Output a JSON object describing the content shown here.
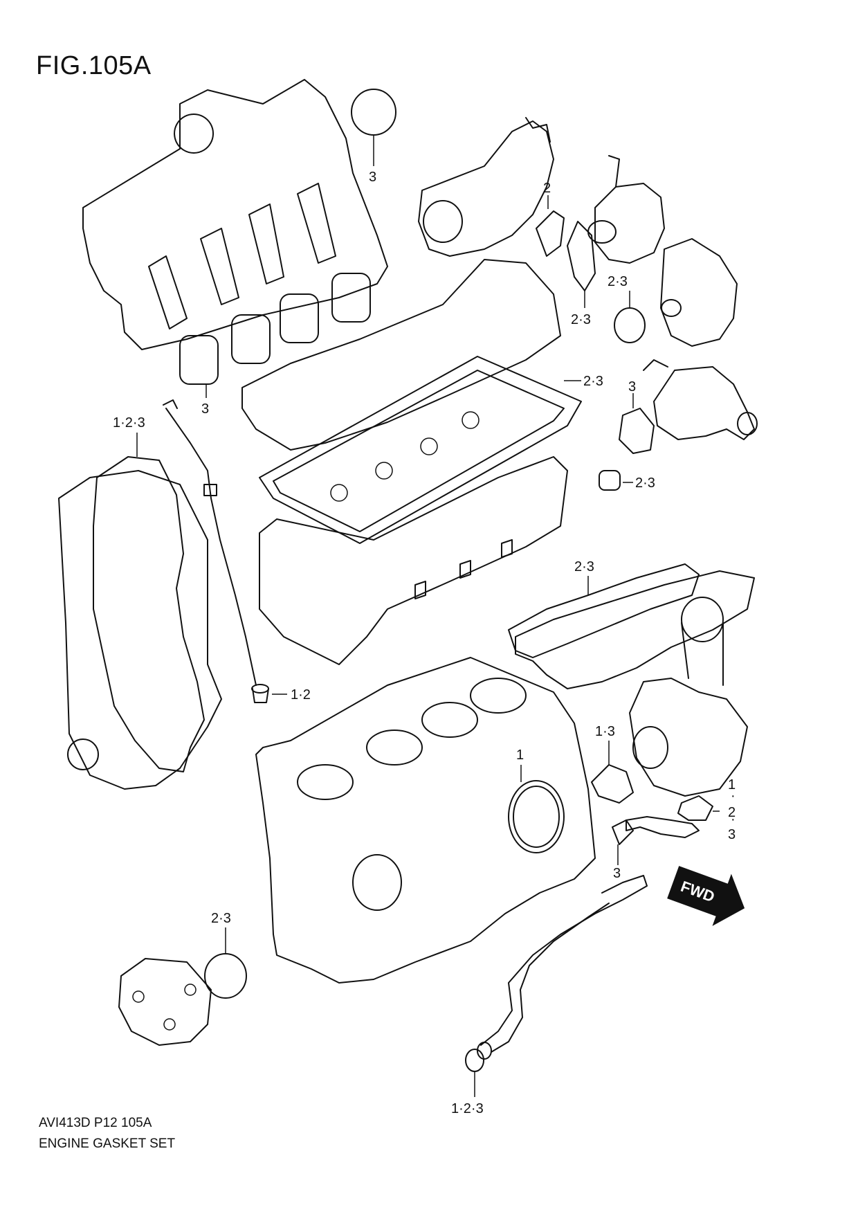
{
  "figure": {
    "title": "FIG.105A",
    "code": "AVI413D P12 105A",
    "name": "ENGINE GASKET SET"
  },
  "callouts": {
    "intake_ring": "3",
    "egr_gasket": "2",
    "vacuum_gasket": "2·3",
    "pump_oring": "2·3",
    "intake_gasket": "3",
    "cover_gasket": "2·3",
    "thermo_gasket": "3",
    "front_gasket": "1·2·3",
    "valve_seal": "2·3",
    "exhaust_gasket": "2·3",
    "drain_plug": "1·2",
    "turbo_gasket": "1·3",
    "crank_seal": "1",
    "oil_pipe_top": "1",
    "oil_pipe_mid": "2",
    "oil_pipe_bot": "3",
    "oil_pipe_flange": "3",
    "water_pump_ring": "2·3",
    "pipe_oring": "1·2·3"
  },
  "fwd_badge": "FWD"
}
